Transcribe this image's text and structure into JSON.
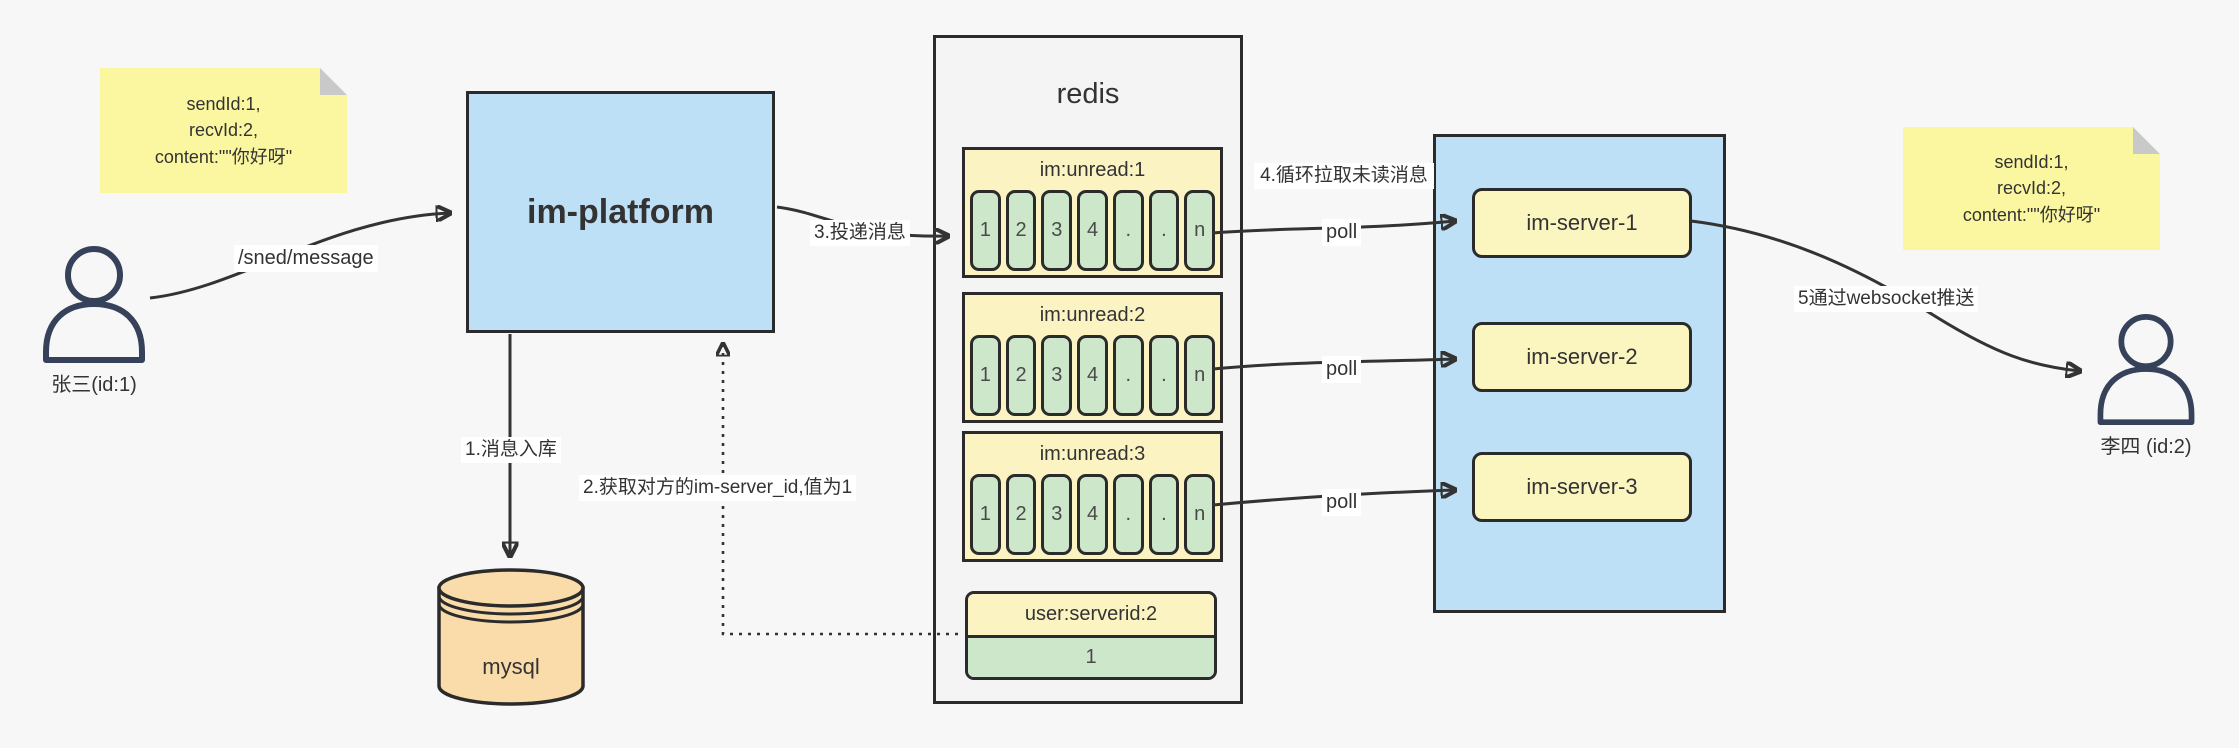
{
  "canvas": {
    "background": "#f7f7f7"
  },
  "colors": {
    "node_blue": "#bee0f6",
    "note_yellow": "#fbf7a0",
    "panel_yellow": "#fbf4c2",
    "cell_green": "#cde7cb",
    "db_orange": "#fadcab",
    "stroke": "#2b2b2b"
  },
  "icons": {
    "sender": "user-icon",
    "receiver": "user-icon",
    "database": "database-cylinder-icon",
    "note_fold": "folded-corner-icon"
  },
  "notes": {
    "left": {
      "lines": [
        "sendId:1,",
        "recvId:2,",
        "content:\"\"你好呀\""
      ]
    },
    "right": {
      "lines": [
        "sendId:1,",
        "recvId:2,",
        "content:\"\"你好呀\""
      ]
    }
  },
  "actors": {
    "sender": {
      "label": "张三(id:1)"
    },
    "receiver": {
      "label": "李四 (id:2)"
    }
  },
  "nodes": {
    "platform": {
      "label": "im-platform"
    },
    "db": {
      "label": "mysql"
    },
    "redis": {
      "title": "redis",
      "queues": [
        {
          "title": "im:unread:1",
          "cells": [
            "1",
            "2",
            "3",
            "4",
            ".",
            ".",
            "n"
          ]
        },
        {
          "title": "im:unread:2",
          "cells": [
            "1",
            "2",
            "3",
            "4",
            ".",
            ".",
            "n"
          ]
        },
        {
          "title": "im:unread:3",
          "cells": [
            "1",
            "2",
            "3",
            "4",
            ".",
            ".",
            "n"
          ]
        }
      ],
      "kv": {
        "title": "user:serverid:2",
        "value": "1"
      }
    },
    "servers": [
      {
        "label": "im-server-1"
      },
      {
        "label": "im-server-2"
      },
      {
        "label": "im-server-3"
      }
    ]
  },
  "edges": {
    "send": {
      "label": "/sned/message"
    },
    "store": {
      "label": "1.消息入库"
    },
    "lookup": {
      "label": "2.获取对方的im-server_id,值为1"
    },
    "deliver": {
      "label": "3.投递消息"
    },
    "pull": {
      "label": "4.循环拉取未读消息"
    },
    "poll": {
      "label": "poll"
    },
    "push": {
      "label": "5通过websocket推送"
    }
  }
}
